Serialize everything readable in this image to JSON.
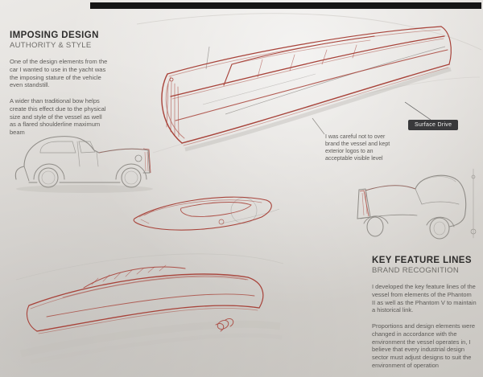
{
  "imposing": {
    "title": "IMPOSING DESIGN",
    "subtitle": "AUTHORITY & STYLE",
    "para1": "One of the design elements from the car I wanted to use in the yacht was the imposing stature of the vehicle even standstill.",
    "para2": "A wider than traditional bow helps create this effect due to the physical size and style of the vessel as well as a flared shoulderline maximum beam"
  },
  "annotations": {
    "branding_note": "I was careful not to over brand the vessel and kept exterior logos to an acceptable visible level",
    "surface_drive_label": "Surface Drive"
  },
  "key_features": {
    "title": "KEY FEATURE LINES",
    "subtitle": "BRAND RECOGNITION",
    "para1": "I developed the key feature lines of the vessel from elements of the Phantom II as well as the Phantom V to maintain a historical link.",
    "para2": "Proportions and design elements were changed in accordance with the environment the vessel operates in, I believe that every industrial design sector must adjust designs to suit the environment of operation"
  },
  "colors": {
    "sketch_red": "#a8433a",
    "sketch_gray": "#8f8c87",
    "top_bar": "#161616",
    "badge_bg": "#39393b",
    "background_light": "#ebe9e6",
    "background_dark": "#c9c6c1"
  }
}
